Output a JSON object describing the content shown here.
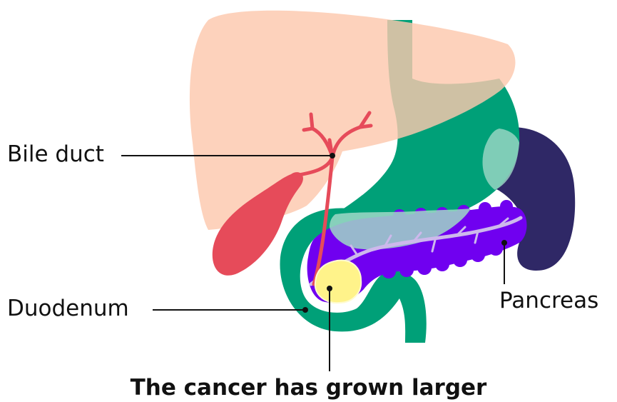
{
  "labels": {
    "bile_duct": "Bile duct",
    "duodenum": "Duodenum",
    "pancreas": "Pancreas"
  },
  "caption": "The cancer has grown larger",
  "colors": {
    "liver": "#fdc8ad",
    "stomach": "#00a078",
    "spleen": "#2f2866",
    "pancreas": "#7000f0",
    "pancreatic_duct": "#cdb8ec",
    "gallbladder": "#e64b5a",
    "bile_duct": "#e64b5a",
    "tumour": "#fff38a",
    "leader_line": "#111111"
  }
}
